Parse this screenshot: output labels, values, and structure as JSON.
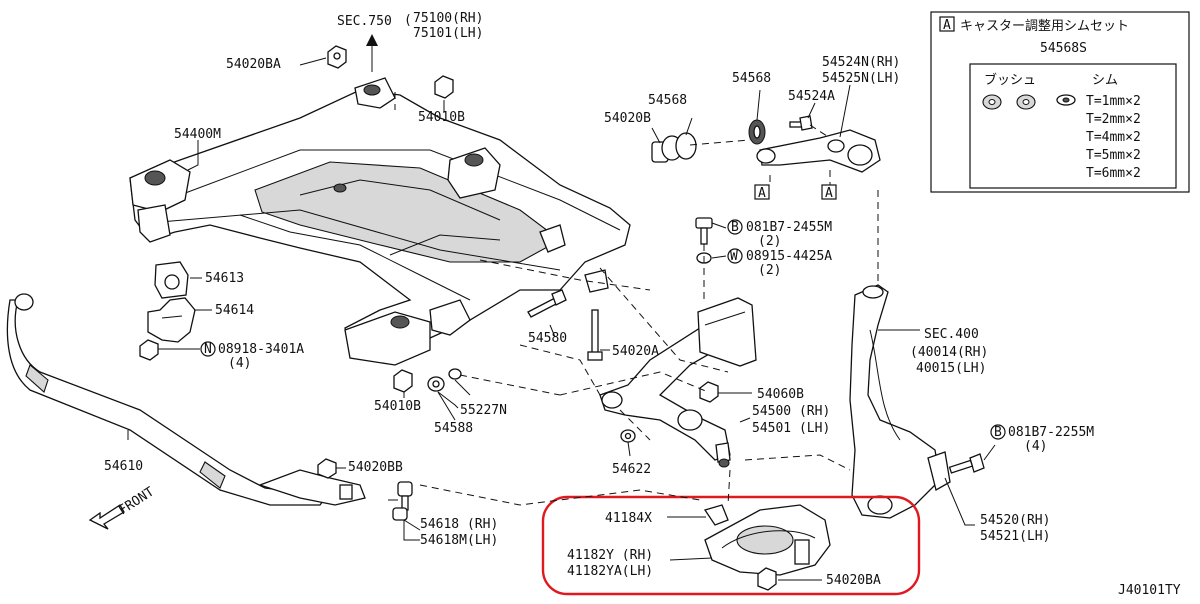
{
  "labels": {
    "sec750": "SEC.750",
    "sec750_rh": "75100(RH)",
    "sec750_lh": "75101(LH)",
    "p54020BA_top": "54020BA",
    "p54010B_top": "54010B",
    "p54400M": "54400M",
    "p54613": "54613",
    "p54614": "54614",
    "p08918": "08918-3401A",
    "p08918_qty": "(4)",
    "circle_N": "N",
    "p54610": "54610",
    "p54580": "54580",
    "p54020A": "54020A",
    "p54010B_bottom": "54010B",
    "p55227N": "55227N",
    "p54588": "54588",
    "p54020BB": "54020BB",
    "p54618_rh": "54618 (RH)",
    "p54618M_lh": "54618M(LH)",
    "front": "FRONT",
    "p54568_a": "54568",
    "p54568_b": "54568",
    "p54020B": "54020B",
    "p54524A": "54524A",
    "p54524N_rh": "54524N(RH)",
    "p54525N_lh": "54525N(LH)",
    "marker_A1": "A",
    "marker_A2": "A",
    "circle_B1": "B",
    "p081B7_2455M_a": "081B7-2455M",
    "p081B7_2455M_a_qty": "(2)",
    "circle_W": "W",
    "p08915": "08915-4425A",
    "p08915_qty": "(2)",
    "sec400": "SEC.400",
    "sec400_rh": "(40014(RH)",
    "sec400_lh": "40015(LH)",
    "p54060B": "54060B",
    "p54500_rh": "54500 (RH)",
    "p54501_lh": "54501 (LH)",
    "p54622": "54622",
    "circle_B2": "B",
    "p081B7_2255M": "081B7-2255M",
    "p081B7_2255M_qty": "(4)",
    "p54520_rh": "54520(RH)",
    "p54521_lh": "54521(LH)",
    "p41184X": "41184X",
    "p41182Y_rh": "41182Y (RH)",
    "p41182YA_lh": "41182YA(LH)",
    "p54020BA_bottom": "54020BA",
    "diagram_code": "J40101TY"
  },
  "legend": {
    "marker": "A",
    "title": "キャスター調整用シムセット",
    "part_number": "54568S",
    "col_bush": "ブッシュ",
    "col_shim": "シム",
    "shims": [
      "T=1mm×2",
      "T=2mm×2",
      "T=4mm×2",
      "T=5mm×2",
      "T=6mm×2"
    ]
  },
  "colors": {
    "highlight": "#e0191f",
    "line": "#111111",
    "shade": "#d8d8d8"
  }
}
